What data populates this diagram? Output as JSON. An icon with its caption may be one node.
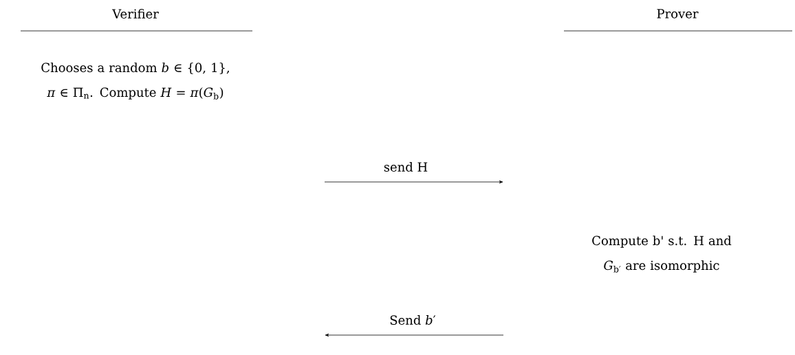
{
  "diagram": {
    "labels": [
      "Verifier",
      "Prover",
      "Chooses a random *b* ∈ {0, 1}, *π* ∈ Π$_{n}$. Compute *H* = *π*(*G*$_{b}$)",
      "send H",
      "Compute b' s.t. H and *G*$_{b′}$ are isomorphic",
      "Send *b*′"
    ]
  }
}
